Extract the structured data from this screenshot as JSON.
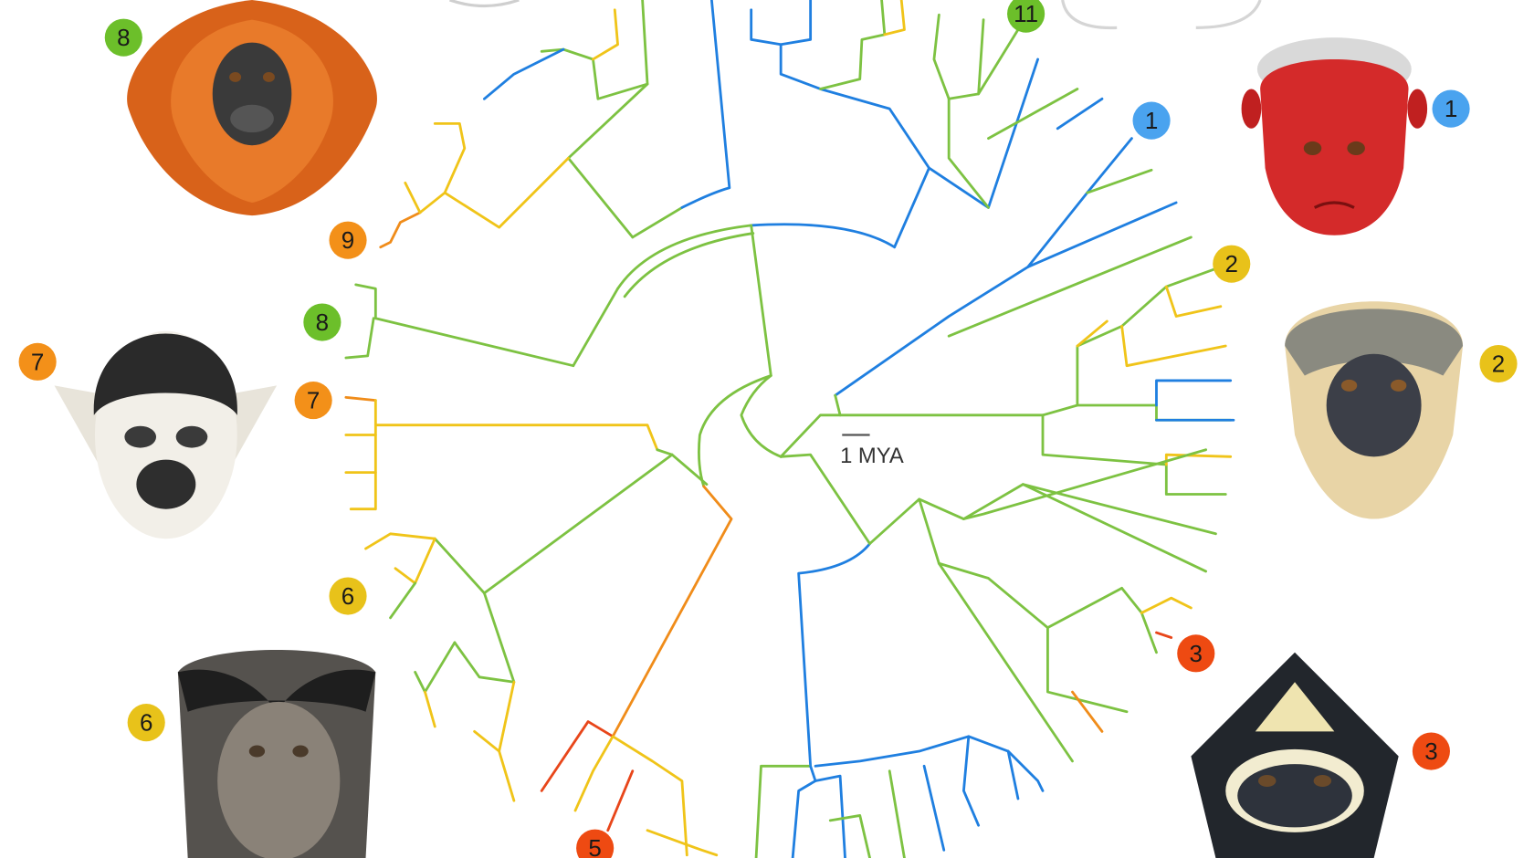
{
  "figure": {
    "scale_bar_label": "1 MYA",
    "colors": {
      "green": "#7dc242",
      "blue": "#1f7fe0",
      "yellow": "#f0c419",
      "orange": "#f08c1a",
      "red": "#e8461a"
    },
    "badges": [
      {
        "label": "8",
        "color": "#6cbf2a"
      },
      {
        "label": "11",
        "color": "#6cbf2a"
      },
      {
        "label": "1",
        "color": "#4aa3ef"
      },
      {
        "label": "1",
        "color": "#4aa3ef"
      },
      {
        "label": "9",
        "color": "#f39019"
      },
      {
        "label": "2",
        "color": "#e8c21a"
      },
      {
        "label": "2",
        "color": "#e8c21a"
      },
      {
        "label": "8",
        "color": "#6cbf2a"
      },
      {
        "label": "7",
        "color": "#f39019"
      },
      {
        "label": "7",
        "color": "#f39019"
      },
      {
        "label": "6",
        "color": "#e8c21a"
      },
      {
        "label": "6",
        "color": "#e8c21a"
      },
      {
        "label": "3",
        "color": "#ee4a12"
      },
      {
        "label": "3",
        "color": "#ee4a12"
      },
      {
        "label": "5",
        "color": "#ee4a12"
      }
    ]
  }
}
